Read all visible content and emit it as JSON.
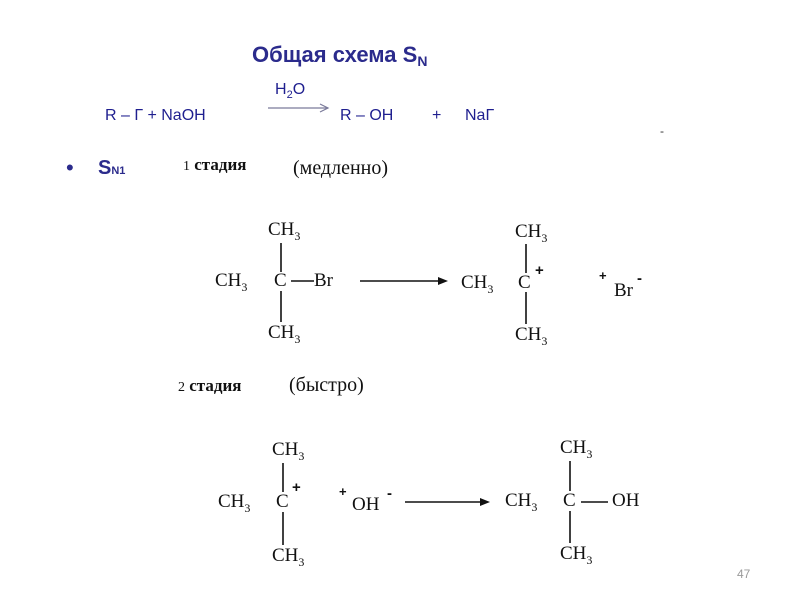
{
  "title": {
    "main": "Общая схема S",
    "sub": "N"
  },
  "general_equation": {
    "reactants": "R – Г + NaOH",
    "condition_h": "H",
    "condition_2": "2",
    "condition_o": "O",
    "product1": "R – OH",
    "plus": "+",
    "product2": "NaГ",
    "dash": "-"
  },
  "bullet": {
    "dot": "•",
    "main": "S",
    "sub": "N1"
  },
  "stage1": {
    "number": "1",
    "label": "стадия",
    "speed": "(медленно)"
  },
  "stage2": {
    "number": "2",
    "label": "стадия",
    "speed": "(быстро)"
  },
  "chem": {
    "ch3": "CH",
    "three": "3",
    "c": "C",
    "br": "Br",
    "plus": "+",
    "minus": "-",
    "oh": "OH"
  },
  "page_number": "47"
}
